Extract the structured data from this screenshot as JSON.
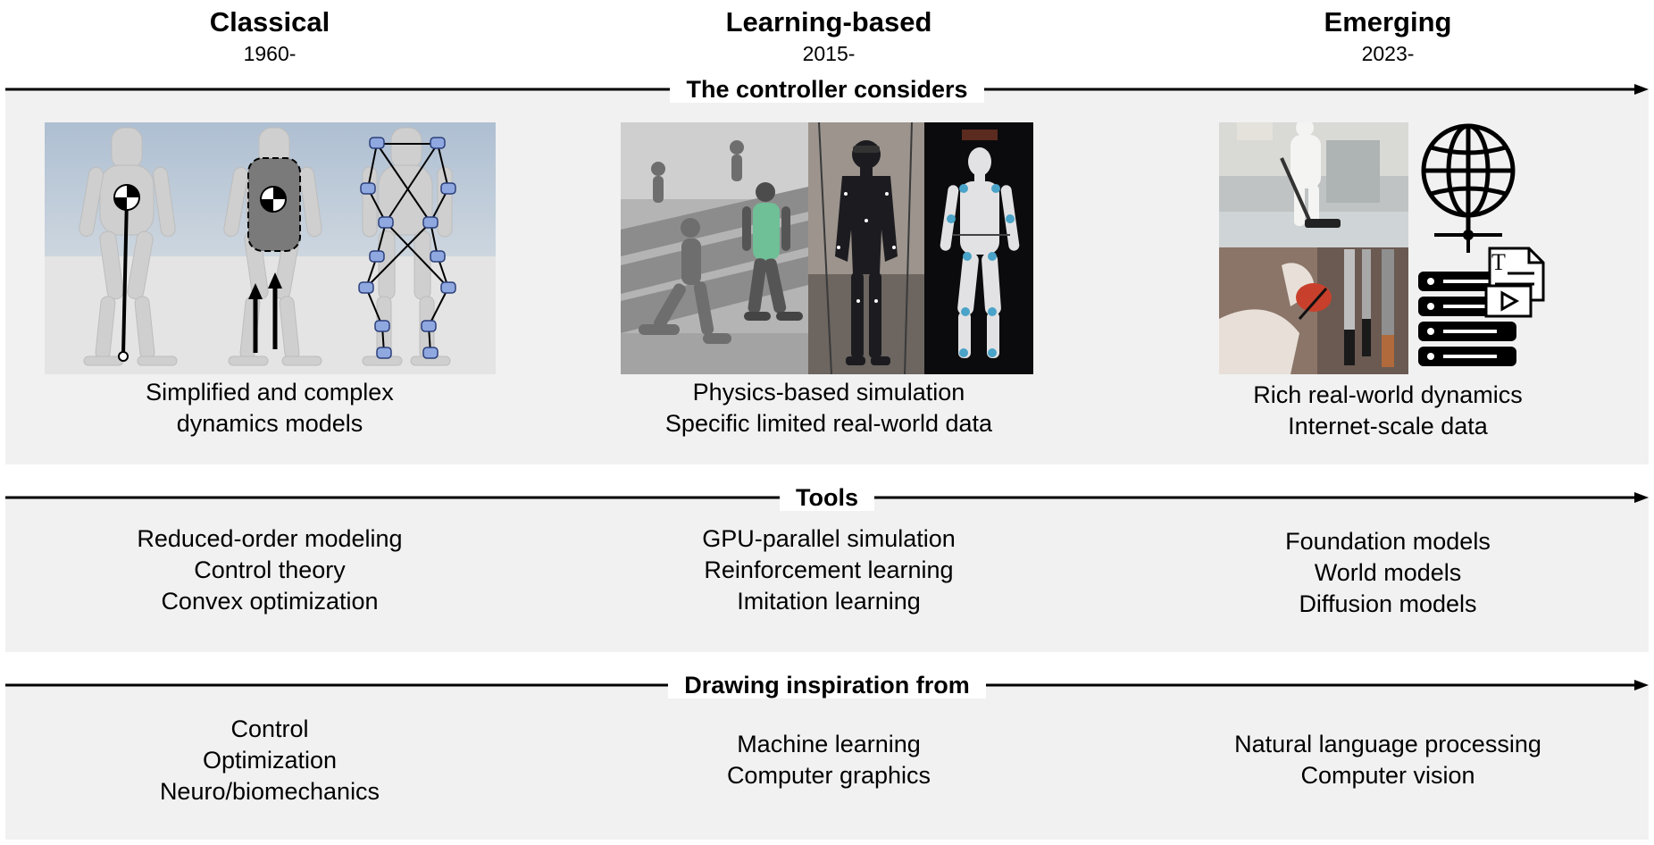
{
  "eras": [
    {
      "title": "Classical",
      "year": "1960-"
    },
    {
      "title": "Learning-based",
      "year": "2015-"
    },
    {
      "title": "Emerging",
      "year": "2023-"
    }
  ],
  "sections": [
    {
      "label": "The controller considers",
      "items": [
        [
          "Simplified and complex",
          "dynamics models"
        ],
        [
          "Physics-based simulation",
          "Specific limited real-world data"
        ],
        [
          "Rich real-world dynamics",
          "Internet-scale data"
        ]
      ]
    },
    {
      "label": "Tools",
      "items": [
        [
          "Reduced-order modeling",
          "Control theory",
          "Convex optimization"
        ],
        [
          "GPU-parallel simulation",
          "Reinforcement learning",
          "Imitation learning"
        ],
        [
          "Foundation models",
          "World models",
          "Diffusion models"
        ]
      ]
    },
    {
      "label": "Drawing inspiration from",
      "items": [
        [
          "Control",
          "Optimization",
          "Neuro/biomechanics"
        ],
        [
          "Machine learning",
          "Computer graphics"
        ],
        [
          "Natural language processing",
          "Computer vision"
        ]
      ]
    }
  ],
  "doc_icon_letter": "T",
  "colors": {
    "band": "#f1f1f1",
    "joint_blue": "#8fa8e0",
    "sky": "#b9c8d8",
    "green_robot": "#6fbf97"
  }
}
